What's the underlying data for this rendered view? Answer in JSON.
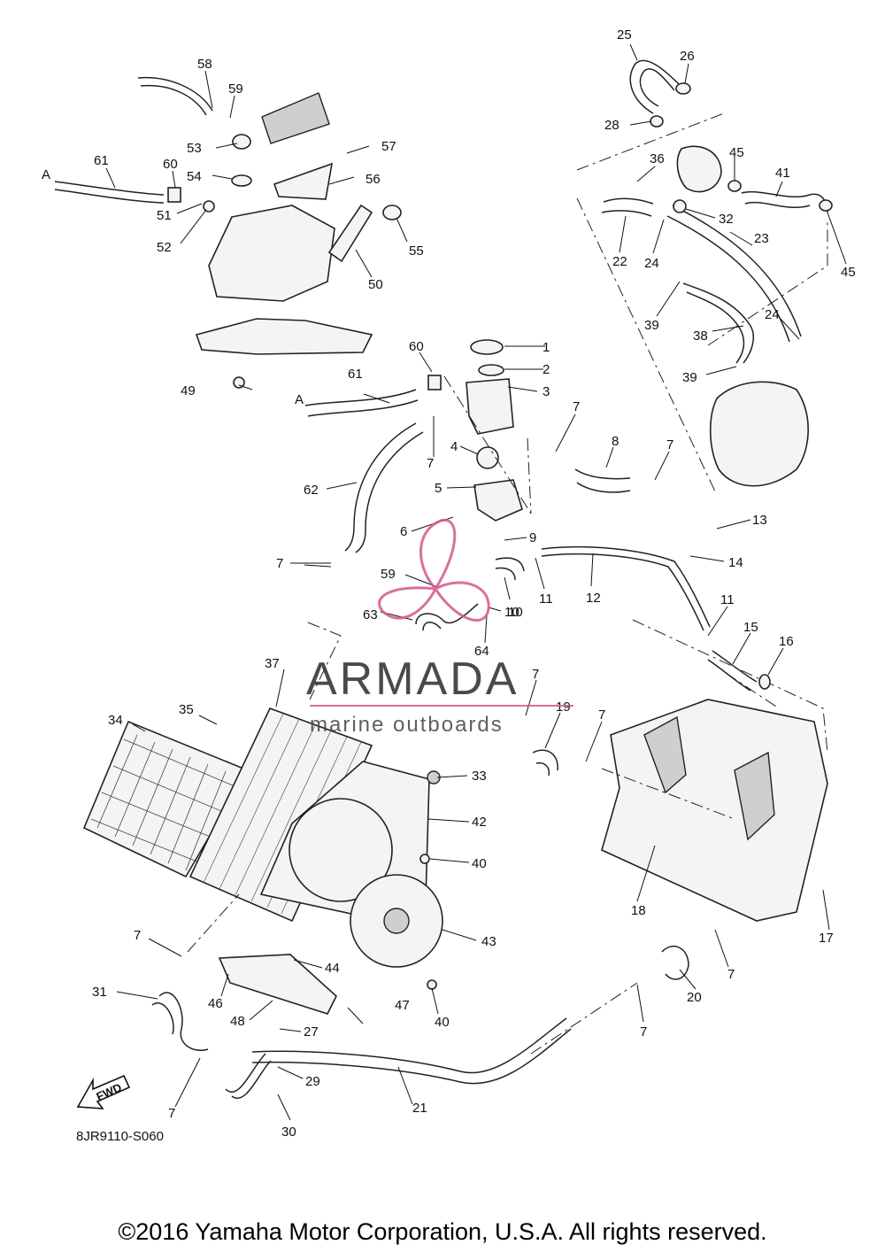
{
  "callouts": [
    {
      "id": "1",
      "label": "1"
    },
    {
      "id": "2",
      "label": "2"
    },
    {
      "id": "3",
      "label": "3"
    },
    {
      "id": "4",
      "label": "4"
    },
    {
      "id": "5",
      "label": "5"
    },
    {
      "id": "6",
      "label": "6"
    },
    {
      "id": "7a",
      "label": "7"
    },
    {
      "id": "7b",
      "label": "7"
    },
    {
      "id": "7c",
      "label": "7"
    },
    {
      "id": "7d",
      "label": "7"
    },
    {
      "id": "7e",
      "label": "7"
    },
    {
      "id": "7f",
      "label": "7"
    },
    {
      "id": "7g",
      "label": "7"
    },
    {
      "id": "7h",
      "label": "7"
    },
    {
      "id": "7i",
      "label": "7"
    },
    {
      "id": "7j",
      "label": "7"
    },
    {
      "id": "8",
      "label": "8"
    },
    {
      "id": "9",
      "label": "9"
    },
    {
      "id": "10a",
      "label": "10"
    },
    {
      "id": "10b",
      "label": "10"
    },
    {
      "id": "11a",
      "label": "11"
    },
    {
      "id": "11b",
      "label": "11"
    },
    {
      "id": "12",
      "label": "12"
    },
    {
      "id": "13",
      "label": "13"
    },
    {
      "id": "14",
      "label": "14"
    },
    {
      "id": "15",
      "label": "15"
    },
    {
      "id": "16",
      "label": "16"
    },
    {
      "id": "17",
      "label": "17"
    },
    {
      "id": "18",
      "label": "18"
    },
    {
      "id": "19",
      "label": "19"
    },
    {
      "id": "20",
      "label": "20"
    },
    {
      "id": "21",
      "label": "21"
    },
    {
      "id": "22",
      "label": "22"
    },
    {
      "id": "23",
      "label": "23"
    },
    {
      "id": "24a",
      "label": "24"
    },
    {
      "id": "24b",
      "label": "24"
    },
    {
      "id": "25",
      "label": "25"
    },
    {
      "id": "26",
      "label": "26"
    },
    {
      "id": "27",
      "label": "27"
    },
    {
      "id": "28",
      "label": "28"
    },
    {
      "id": "29",
      "label": "29"
    },
    {
      "id": "30",
      "label": "30"
    },
    {
      "id": "31",
      "label": "31"
    },
    {
      "id": "32",
      "label": "32"
    },
    {
      "id": "33",
      "label": "33"
    },
    {
      "id": "34",
      "label": "34"
    },
    {
      "id": "35",
      "label": "35"
    },
    {
      "id": "36",
      "label": "36"
    },
    {
      "id": "37",
      "label": "37"
    },
    {
      "id": "38",
      "label": "38"
    },
    {
      "id": "39a",
      "label": "39"
    },
    {
      "id": "39b",
      "label": "39"
    },
    {
      "id": "40a",
      "label": "40"
    },
    {
      "id": "40b",
      "label": "40"
    },
    {
      "id": "41",
      "label": "41"
    },
    {
      "id": "42",
      "label": "42"
    },
    {
      "id": "43",
      "label": "43"
    },
    {
      "id": "44",
      "label": "44"
    },
    {
      "id": "45a",
      "label": "45"
    },
    {
      "id": "45b",
      "label": "45"
    },
    {
      "id": "46",
      "label": "46"
    },
    {
      "id": "47",
      "label": "47"
    },
    {
      "id": "48",
      "label": "48"
    },
    {
      "id": "49",
      "label": "49"
    },
    {
      "id": "50",
      "label": "50"
    },
    {
      "id": "51",
      "label": "51"
    },
    {
      "id": "52",
      "label": "52"
    },
    {
      "id": "53",
      "label": "53"
    },
    {
      "id": "54",
      "label": "54"
    },
    {
      "id": "55",
      "label": "55"
    },
    {
      "id": "56",
      "label": "56"
    },
    {
      "id": "57",
      "label": "57"
    },
    {
      "id": "58",
      "label": "58"
    },
    {
      "id": "59a",
      "label": "59"
    },
    {
      "id": "59b",
      "label": "59"
    },
    {
      "id": "60a",
      "label": "60"
    },
    {
      "id": "60b",
      "label": "60"
    },
    {
      "id": "61a",
      "label": "61"
    },
    {
      "id": "61b",
      "label": "61"
    },
    {
      "id": "62",
      "label": "62"
    },
    {
      "id": "63",
      "label": "63"
    },
    {
      "id": "64",
      "label": "64"
    },
    {
      "id": "Aa",
      "label": "A"
    },
    {
      "id": "Ab",
      "label": "A"
    }
  ],
  "drawing_code": "8JR9110-S060",
  "fwd_label": "FWD",
  "watermark": {
    "title": "ARMADA",
    "subtitle": "marine outboards",
    "accent_color": "#d4568f"
  },
  "copyright": "©2016 Yamaha Motor Corporation, U.S.A. All rights reserved."
}
